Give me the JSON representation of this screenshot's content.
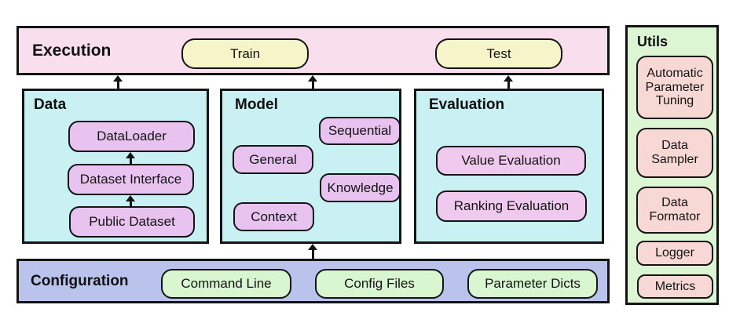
{
  "execution": {
    "title": "Execution",
    "train_label": "Train",
    "test_label": "Test"
  },
  "data": {
    "title": "Data",
    "items": [
      "DataLoader",
      "Dataset Interface",
      "Public Dataset"
    ]
  },
  "model": {
    "title": "Model",
    "items": [
      "Sequential",
      "General",
      "Knowledge",
      "Context"
    ]
  },
  "evaluation": {
    "title": "Evaluation",
    "items": [
      "Value Evaluation",
      "Ranking Evaluation"
    ]
  },
  "configuration": {
    "title": "Configuration",
    "items": [
      "Command Line",
      "Config Files",
      "Parameter Dicts"
    ]
  },
  "utils": {
    "title": "Utils",
    "items": [
      "Automatic Parameter Tuning",
      "Data Sampler",
      "Data Formator",
      "Logger",
      "Metrics"
    ]
  },
  "colors": {
    "execution_bg": "#f9dfed",
    "exec_btn_bg": "#f6f5ca",
    "module_bg": "#c9f1f3",
    "node_purple": "#e9c3f0",
    "eval_purple": "#f0caee",
    "config_bg": "#b9c3ec",
    "config_btn_bg": "#d8f7d1",
    "utils_bg": "#dcf5d3",
    "utils_btn_bg": "#f8d8d5",
    "border": "#141414"
  }
}
